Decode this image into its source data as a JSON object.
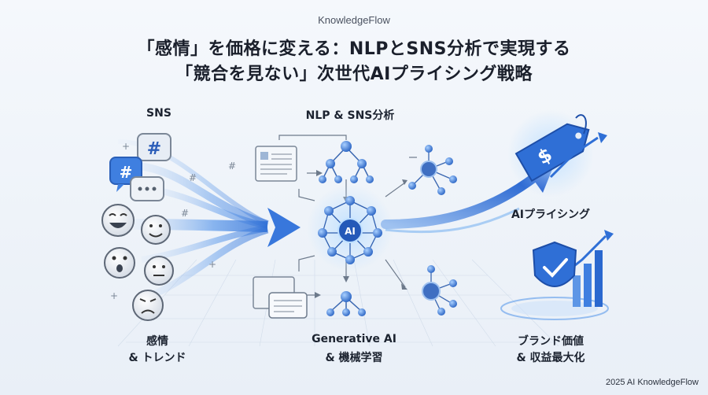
{
  "brand": "KnowledgeFlow",
  "title_line1": "「感情」を価格に変える：NLPとSNS分析で実現する",
  "title_line2": "「競合を見ない」次世代AIプライシング戦略",
  "columns": {
    "sns": "SNS",
    "nlp": "NLP & SNS分析",
    "ai_pricing": "AIプライシング"
  },
  "bottom": {
    "left_line1": "感情",
    "left_line2": "& トレンド",
    "mid_line1": "Generative AI",
    "mid_line2": "& 機械学習",
    "right_line1": "ブランド価値",
    "right_line2": "& 収益最大化"
  },
  "icons": {
    "hashtag": "#",
    "ai_core": "AI",
    "price_tag": "$"
  },
  "footer": "2025 AI KnowledgeFlow",
  "colors": {
    "accent": "#2f6fd6",
    "accent_light": "#7fb0ee",
    "ink": "#1b2230"
  }
}
